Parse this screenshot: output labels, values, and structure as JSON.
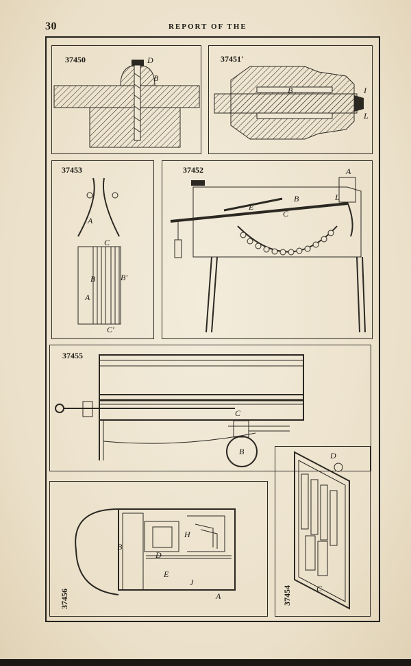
{
  "page": {
    "page_number": "30",
    "running_head": "REPORT OF THE"
  },
  "figures": [
    {
      "id": "p37450",
      "number": "37450",
      "labels": [
        "D",
        "B"
      ]
    },
    {
      "id": "p37451",
      "number": "37451'",
      "labels": [
        "B",
        "I",
        "L"
      ]
    },
    {
      "id": "p37453",
      "number": "37453",
      "labels": [
        "A",
        "C",
        "B",
        "B'",
        "A",
        "C'"
      ]
    },
    {
      "id": "p37452",
      "number": "37452",
      "labels": [
        "A",
        "B",
        "E",
        "L",
        "C"
      ]
    },
    {
      "id": "p37455",
      "number": "37455",
      "labels": [
        "C",
        "B"
      ]
    },
    {
      "id": "p37456",
      "number": "37456",
      "labels": [
        "B",
        "D",
        "H",
        "E",
        "J",
        "A"
      ]
    },
    {
      "id": "p37454",
      "number": "37454",
      "labels": [
        "D",
        "C"
      ]
    }
  ]
}
